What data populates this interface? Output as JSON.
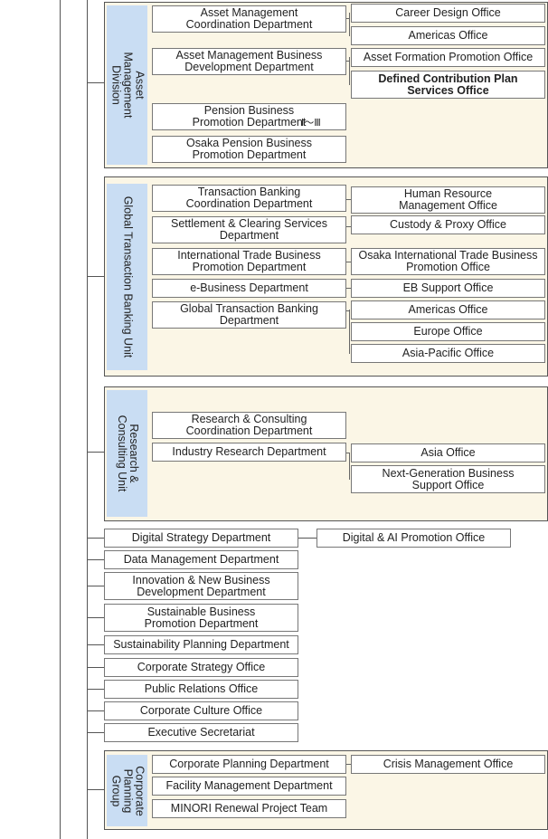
{
  "asset_management": {
    "label": "Asset\nManagement\nDivision",
    "departments": [
      "Asset Management\nCoordination Department",
      "Asset Management Business\nDevelopment Department",
      "Pension Business\nPromotion Department",
      "Osaka Pension Business\nPromotion Department"
    ],
    "pension_suffix": "Ⅰ〜Ⅲ",
    "offices": [
      "Career Design Office",
      "Americas Office",
      "Asset Formation Promotion Office",
      "Defined Contribution Plan\nServices Office"
    ]
  },
  "global_transaction": {
    "label": "Global Transaction Banking Unit",
    "departments": [
      "Transaction Banking\nCoordination Department",
      "Settlement & Clearing Services\nDepartment",
      "International Trade Business\nPromotion Department",
      "e-Business Department",
      "Global Transaction Banking\nDepartment"
    ],
    "offices": [
      "Human Resource\nManagement Office",
      "Custody & Proxy Office",
      "Osaka International Trade Business\nPromotion Office",
      "EB Support Office",
      "Americas Office",
      "Europe Office",
      "Asia-Pacific Office"
    ]
  },
  "research": {
    "label": "Research &\nConsulting Unit",
    "departments": [
      "Research & Consulting\nCoordination Department",
      "Industry Research Department"
    ],
    "offices": [
      "Asia Office",
      "Next-Generation Business\nSupport Office"
    ]
  },
  "standalone": {
    "departments": [
      "Digital Strategy Department",
      "Data Management Department",
      "Innovation & New Business\nDevelopment Department",
      "Sustainable Business\nPromotion Department",
      "Sustainability Planning Department",
      "Corporate Strategy Office",
      "Public Relations Office",
      "Corporate Culture Office",
      "Executive Secretariat"
    ],
    "digital_office": "Digital & AI Promotion Office"
  },
  "corporate_planning": {
    "label": "Corporate\nPlanning\nGroup",
    "departments": [
      "Corporate Planning Department",
      "Facility Management Department",
      "MINORI Renewal Project Team"
    ],
    "offices": [
      "Crisis Management Office"
    ]
  }
}
